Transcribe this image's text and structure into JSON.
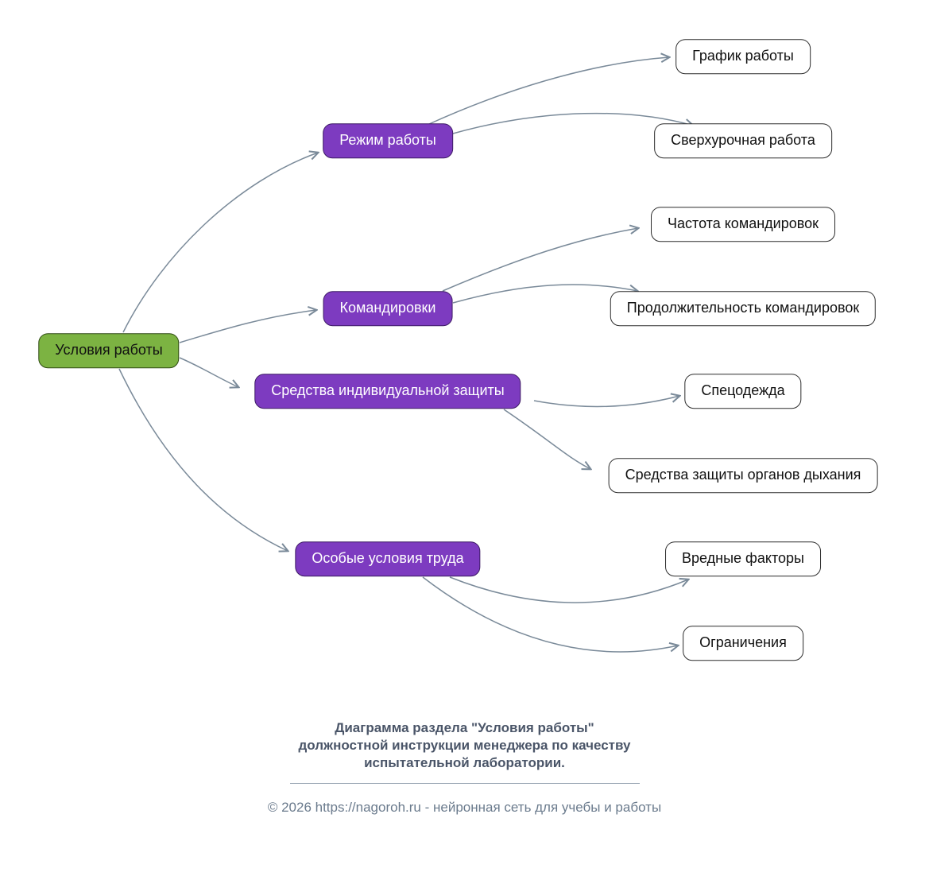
{
  "diagram": {
    "root": {
      "label": "Условия работы"
    },
    "branches": [
      {
        "label": "Режим работы",
        "children": [
          {
            "label": "График работы"
          },
          {
            "label": "Сверхурочная работа"
          }
        ]
      },
      {
        "label": "Командировки",
        "children": [
          {
            "label": "Частота командировок"
          },
          {
            "label": "Продолжительность командировок"
          }
        ]
      },
      {
        "label": "Средства индивидуальной защиты",
        "children": [
          {
            "label": "Спецодежда"
          },
          {
            "label": "Средства защиты органов дыхания"
          }
        ]
      },
      {
        "label": "Особые условия труда",
        "children": [
          {
            "label": "Вредные факторы"
          },
          {
            "label": "Ограничения"
          }
        ]
      }
    ],
    "colors": {
      "root_fill": "#7cb342",
      "branch_fill": "#7d3bc0",
      "leaf_fill": "#ffffff",
      "edge": "#7a8a99"
    }
  },
  "footer": {
    "caption_line1": "Диаграмма раздела \"Условия работы\"",
    "caption_line2": "должностной инструкции менеджера по качеству",
    "caption_line3": "испытательной лаборатории.",
    "copyright": "© 2026 https://nagoroh.ru - нейронная сеть для учебы и работы"
  }
}
